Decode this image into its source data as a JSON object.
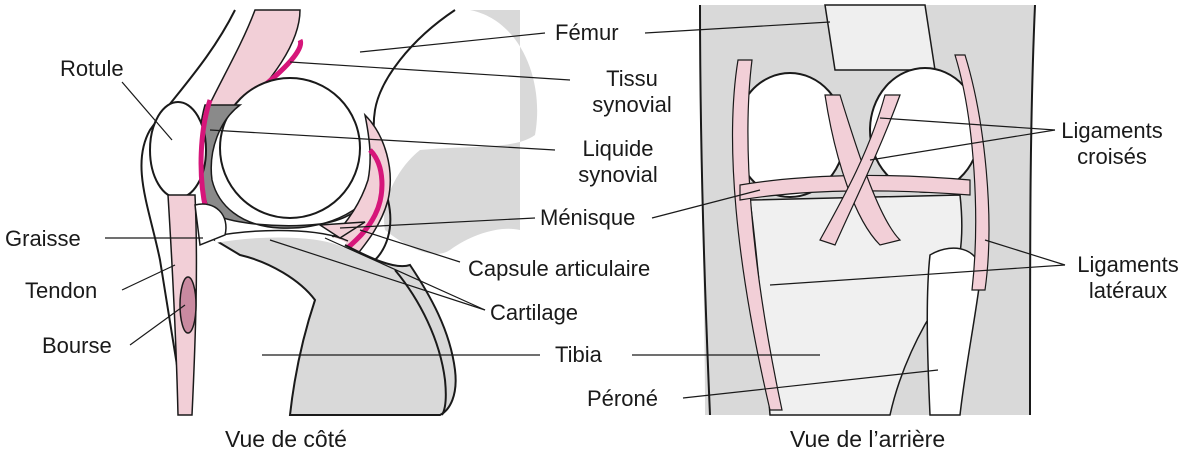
{
  "side_view": {
    "caption": "Vue de côté",
    "labels": {
      "femur": "Fémur",
      "tissu_line1": "Tissu",
      "tissu_line2": "synovial",
      "liquide_line1": "Liquide",
      "liquide_line2": "synovial",
      "menisque": "Ménisque",
      "capsule": "Capsule articulaire",
      "cartilage": "Cartilage",
      "tibia": "Tibia",
      "rotule": "Rotule",
      "graisse": "Graisse",
      "tendon": "Tendon",
      "bourse": "Bourse"
    }
  },
  "back_view": {
    "caption": "Vue de l’arrière",
    "labels": {
      "ligaments_croises_line1": "Ligaments",
      "ligaments_croises_line2": "croisés",
      "ligaments_lateraux_line1": "Ligaments",
      "ligaments_lateraux_line2": "latéraux",
      "perone": "Péroné"
    }
  },
  "colors": {
    "bone_gray": "#d9d9d9",
    "tissue_pink": "#f2cfd7",
    "synovial_magenta": "#d6167a",
    "fluid_gray": "#8a8a8a",
    "outline": "#1a1a1a"
  }
}
